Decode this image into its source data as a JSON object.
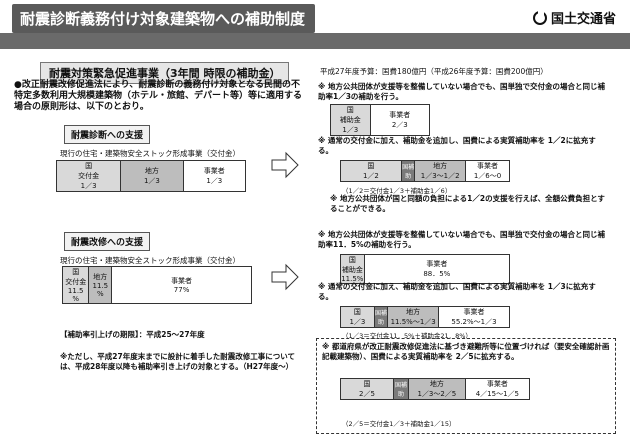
{
  "header": {
    "title": "耐震診断義務付け対象建築物への補助制度",
    "ministry": "国土交通省"
  },
  "subtitle": "耐震対策緊急促進事業（3年間 時限の補助金）",
  "budget": "平成27年度予算：国費180億円（平成26年度予算：国費200億円）",
  "intro": "●改正耐震改修促進法により、耐震診断の義務付け対象となる民間の不特定多数利用大規模建築物（ホテル・旅館、デパート等）等に適用する場合の原則形は、以下のとおり。",
  "left": {
    "diag_section": "耐震診断への支援",
    "diag_program": "現行の住宅・建築物安全ストック形成事業（交付金）",
    "diag_bar": [
      "国",
      "交付金",
      "1／3",
      "地方",
      "1／3",
      "事業者",
      "1／3"
    ],
    "reno_section": "耐震改修への支援",
    "reno_program": "現行の住宅・建築物安全ストック形成事業（交付金）",
    "reno_bar": [
      "国",
      "交付金",
      "11.5",
      "%",
      "地方",
      "11.5",
      "%",
      "事業者",
      "77%"
    ],
    "period_label": "【補助率引上げの期限】：平成25～27年度",
    "period_note": "※ただし、平成27年度末までに設計に着手した耐震改修工事については、平成28年度以降も補助率引き上げの対象とする。（H27年度～）"
  },
  "right": {
    "n1": "※ 地方公共団体が支援等を整備していない場合でも、国単独で交付金の場合と同じ補助率1／3の補助を行う。",
    "b1": [
      "国",
      "補助金",
      "1／3",
      "事業者",
      "2／3"
    ],
    "n2": "※ 通常の交付金に加え、補助金を追加し、国費による実質補助率を 1／2に拡充する。",
    "b2": [
      "国",
      "1／2",
      "国補助",
      "地方",
      "1／3～1／2",
      "事業者",
      "1／6～0"
    ],
    "n2b": "（1／2＝交付金1／3＋補助金1／6）",
    "n3": "※ 地方公共団体が国と同額の負担による1／2の支援を行えば、全額公費負担とすることができる。",
    "n4": "※ 地方公共団体が支援等を整備していない場合でも、国単独で交付金の場合と同じ補助率11．5%の補助を行う。",
    "b4": [
      "国",
      "補助金",
      "11.5%",
      "事業者",
      "88．5%"
    ],
    "n5": "※ 通常の交付金に加え、補助金を追加し、国費による実質補助率を 1／3に拡充する。",
    "b5": [
      "国",
      "1／3",
      "国補助",
      "地方",
      "11.5%～1／3",
      "事業者",
      "55.2%～1／3"
    ],
    "n5b": "（1／3＝交付金11．5%＋補助金21．8%）",
    "n6": "※ 都道府県が改正耐震改修促進法に基づき避難所等に位置づければ（要安全確認計画記載建築物）、国費による実質補助率を 2／5に拡充する。",
    "b6": [
      "国",
      "2／5",
      "国補助",
      "地方",
      "1／3～2／5",
      "事業者",
      "4／15～1／5"
    ],
    "n6b": "（2／5＝交付金1／3＋補助金1／15）"
  }
}
